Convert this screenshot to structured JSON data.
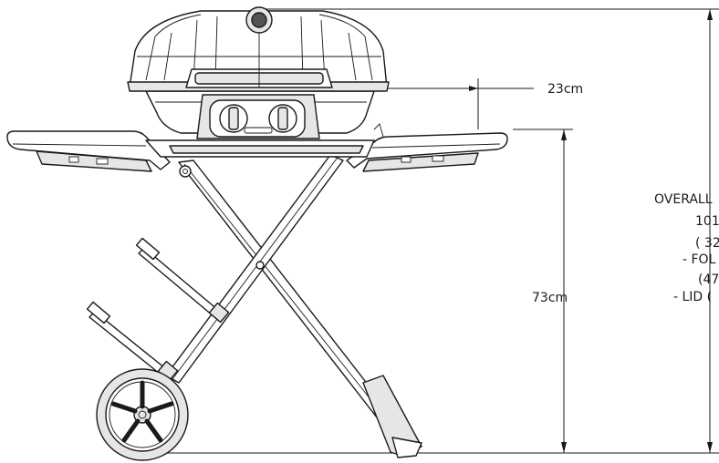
{
  "drawing": {
    "dimensions": {
      "side_clearance": "23cm",
      "table_height": "73cm"
    },
    "overall_note": {
      "lines": [
        "OVERALL",
        "101",
        "( 32",
        "- FOL",
        "(47",
        "- LID ("
      ]
    }
  }
}
